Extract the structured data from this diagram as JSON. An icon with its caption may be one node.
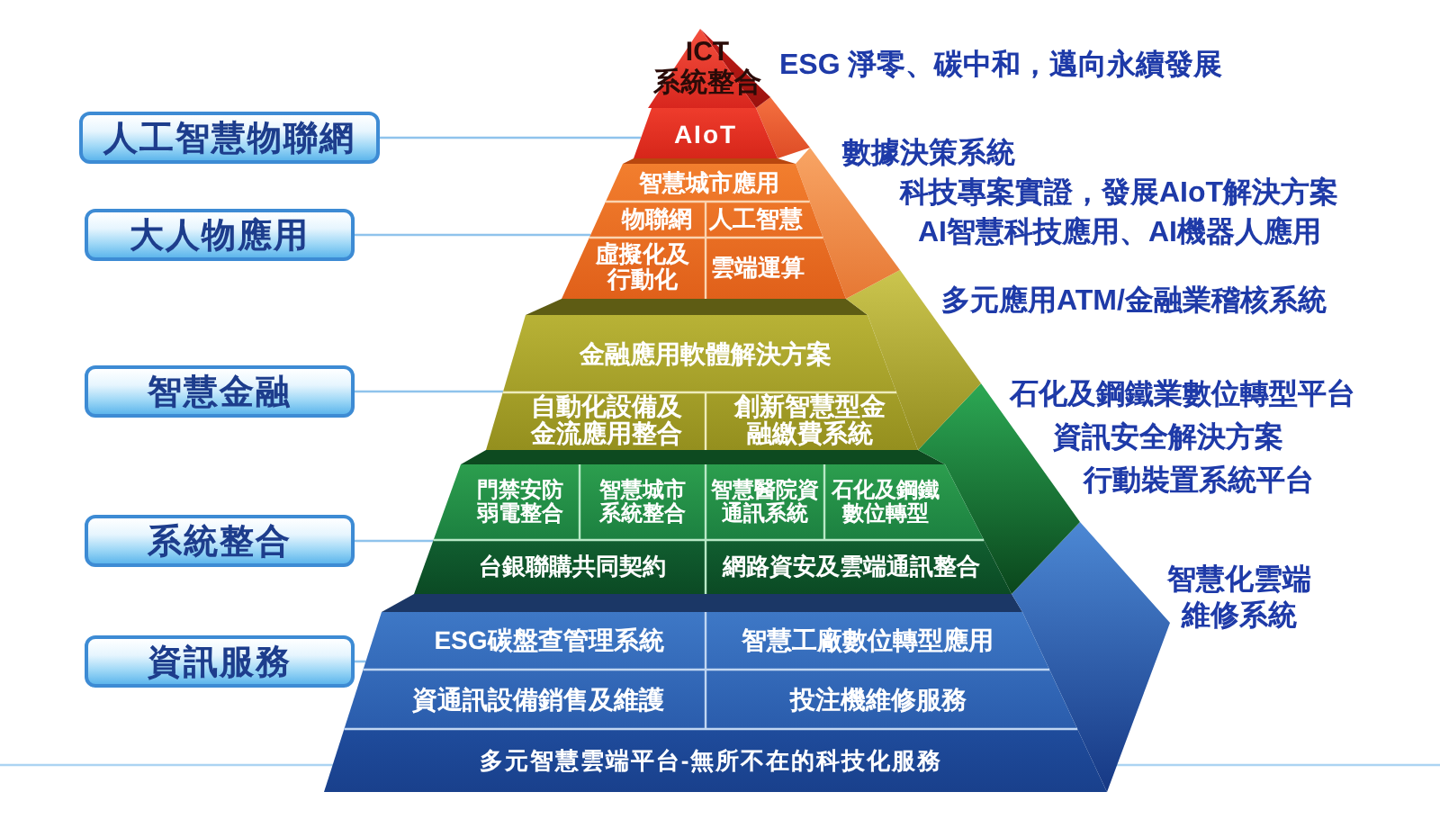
{
  "diagram": {
    "nodes": [
      {
        "text": [
          "人工智慧物聯網"
        ]
      },
      {
        "text": [
          "大人物應用"
        ]
      },
      {
        "text": [
          "智慧金融"
        ]
      },
      {
        "text": [
          "系統整合"
        ]
      },
      {
        "text": [
          "資訊服務"
        ]
      },
      {
        "text": [
          "ICT 系統整合"
        ],
        "beside": [
          "ESG 淨零、碳中和，邁向永續發展"
        ]
      },
      {
        "text": [
          "AIoT"
        ],
        "beside": [
          "數據決策系統"
        ]
      },
      {
        "text": [],
        "shape": "trapezoid",
        "beside": [
          "科技專案實證，發展AIoT解決方案",
          "AI智慧科技應用、AI機器人應用"
        ]
      },
      {
        "text": [
          "智慧城市應用"
        ],
        "in": 7
      },
      {
        "text": [
          "物聯網"
        ],
        "in": 7
      },
      {
        "text": [
          "人工智慧"
        ],
        "in": 7
      },
      {
        "text": [
          "虛擬化及行動化"
        ],
        "in": 7
      },
      {
        "text": [
          "雲端運算"
        ],
        "in": 7
      },
      {
        "text": [],
        "shape": "trapezoid",
        "beside": [
          "多元應用ATM/金融業稽核系統"
        ]
      },
      {
        "text": [
          "金融應用軟體解決方案"
        ],
        "in": 13
      },
      {
        "text": [
          "自動化設備及金流應用整合"
        ],
        "in": 13
      },
      {
        "text": [
          "創新智慧型金融繳費系統"
        ],
        "in": 13
      },
      {
        "text": [],
        "shape": "trapezoid",
        "beside": [
          "石化及鋼鐵業數位轉型平台",
          "資訊安全解決方案",
          "行動裝置系統平台"
        ]
      },
      {
        "text": [
          "門禁安防弱電整合"
        ],
        "in": 17
      },
      {
        "text": [
          "智慧城市系統整合"
        ],
        "in": 17
      },
      {
        "text": [
          "智慧醫院資通訊系統"
        ],
        "in": 17
      },
      {
        "text": [
          "石化及鋼鐵數位轉型"
        ],
        "in": 17
      },
      {
        "text": [
          "台銀聯購共同契約"
        ],
        "in": 17
      },
      {
        "text": [
          "網路資安及雲端通訊整合"
        ],
        "in": 17
      },
      {
        "text": [],
        "shape": "trapezoid",
        "beside": [
          "智慧化雲端維修系統"
        ]
      },
      {
        "text": [
          "ESG碳盤查管理系統"
        ],
        "in": 24
      },
      {
        "text": [
          "智慧工廠數位轉型應用"
        ],
        "in": 24
      },
      {
        "text": [
          "資通訊設備銷售及維護"
        ],
        "in": 24
      },
      {
        "text": [
          "投注機維修服務"
        ],
        "in": 24
      },
      {
        "text": [
          "多元智慧雲端平台-無所不在的科技化服務"
        ],
        "in": 24
      }
    ],
    "edges": [
      {
        "from": 0,
        "to": 6,
        "arrow": "none"
      },
      {
        "from": 1,
        "to": 7,
        "arrow": "none"
      },
      {
        "from": 2,
        "to": 13,
        "arrow": "none"
      },
      {
        "from": 3,
        "to": 17,
        "arrow": "none"
      },
      {
        "from": 4,
        "to": 24,
        "arrow": "none"
      }
    ]
  }
}
